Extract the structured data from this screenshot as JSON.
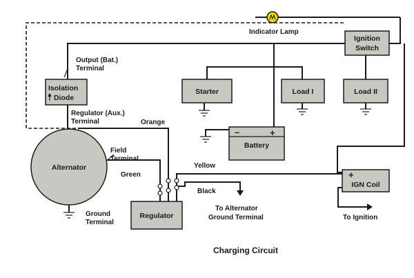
{
  "components": {
    "indicator_lamp": "Indicator Lamp",
    "ignition_switch": [
      "Ignition",
      "Switch"
    ],
    "isolation_diode": [
      "Isolation",
      "Diode"
    ],
    "starter": "Starter",
    "load_1": "Load I",
    "load_2": "Load II",
    "battery": "Battery",
    "battery_minus": "–",
    "battery_plus": "+",
    "alternator": "Alternator",
    "regulator": "Regulator",
    "ign_coil": "IGN Coil",
    "ign_coil_plus": "+"
  },
  "terminals": {
    "output": [
      "Output (Bat.)",
      "Terminal"
    ],
    "regulator_aux": [
      "Regulator (Aux.)",
      "Terminal"
    ],
    "field": [
      "Field",
      "Terminal"
    ],
    "ground": [
      "Ground",
      "Terminal"
    ]
  },
  "wires": {
    "orange": "Orange",
    "green": "Green",
    "yellow": "Yellow",
    "black": "Black"
  },
  "annotations": {
    "to_alternator_ground": [
      "To Alternator",
      "Ground Terminal"
    ],
    "to_ignition": "To Ignition"
  },
  "caption": "Charging Circuit",
  "colors": {
    "box_fill": "#c9c7c2",
    "line": "#1a1a1a",
    "lamp": "#e8d400"
  }
}
